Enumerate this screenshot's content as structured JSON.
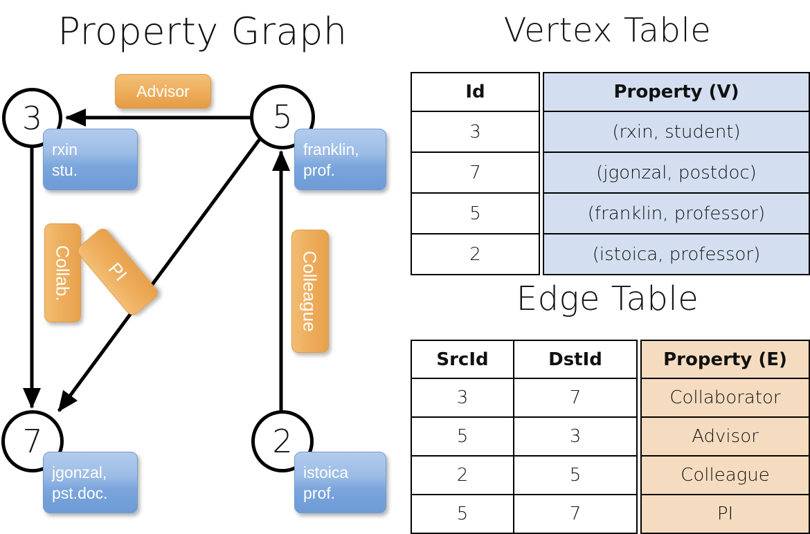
{
  "titles": {
    "property_graph": "Property Graph",
    "vertex_table": "Vertex Table",
    "edge_table": "Edge Table"
  },
  "graph": {
    "nodes": [
      {
        "id": "3",
        "property": "rxin\nstu.",
        "line1": "rxin",
        "line2": "stu."
      },
      {
        "id": "5",
        "property": "franklin, prof.",
        "line1": "franklin,",
        "line2": "prof."
      },
      {
        "id": "7",
        "property": "jgonzal, pst.doc.",
        "line1": "jgonzal,",
        "line2": "pst.doc."
      },
      {
        "id": "2",
        "property": "istoica prof.",
        "line1": "istoica",
        "line2": "prof."
      }
    ],
    "edge_labels": [
      {
        "name": "advisor",
        "text": "Advisor"
      },
      {
        "name": "collab",
        "text": "Collab."
      },
      {
        "name": "pi",
        "text": "PI"
      },
      {
        "name": "colleague",
        "text": "Colleague"
      }
    ]
  },
  "vertex_table": {
    "headers": [
      "Id",
      "Property (V)"
    ],
    "rows": [
      {
        "id": "3",
        "property": "(rxin, student)"
      },
      {
        "id": "7",
        "property": "(jgonzal, postdoc)"
      },
      {
        "id": "5",
        "property": "(franklin, professor)"
      },
      {
        "id": "2",
        "property": "(istoica, professor)"
      }
    ]
  },
  "edge_table": {
    "headers": [
      "SrcId",
      "DstId",
      "Property (E)"
    ],
    "rows": [
      {
        "src": "3",
        "dst": "7",
        "property": "Collaborator"
      },
      {
        "src": "5",
        "dst": "3",
        "property": "Advisor"
      },
      {
        "src": "2",
        "dst": "5",
        "property": "Colleague"
      },
      {
        "src": "5",
        "dst": "7",
        "property": "PI"
      }
    ]
  },
  "colors": {
    "vertex_accent": "#d3dff1",
    "edge_accent": "#f5dcc0",
    "node_fill": "#ffffff",
    "stroke": "#000000",
    "blue_box": "#7aa5dc",
    "orange_box": "#eeae5d"
  }
}
